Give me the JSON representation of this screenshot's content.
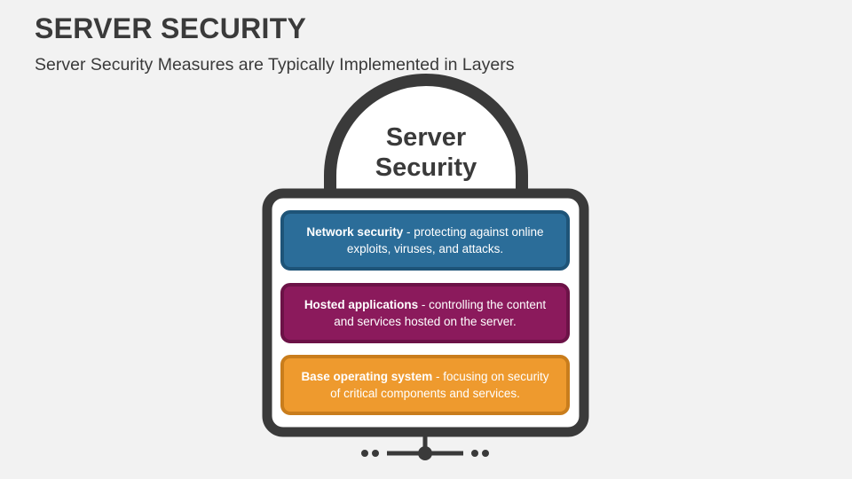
{
  "header": {
    "title": "SERVER SECURITY",
    "subtitle": "Server Security Measures are Typically Implemented in Layers"
  },
  "lock": {
    "label_line1": "Server",
    "label_line2": "Security"
  },
  "layers": [
    {
      "name": "Network security",
      "description": " - protecting against online exploits, viruses, and attacks.",
      "color": "#2b6d99"
    },
    {
      "name": "Hosted applications",
      "description": " - controlling the content and services hosted on the server.",
      "color": "#8b1a5c"
    },
    {
      "name": "Base operating system",
      "description": " - focusing on security of critical components and services.",
      "color": "#ee9a2e"
    }
  ],
  "colors": {
    "background": "#f2f2f2",
    "outline": "#3a3a3a",
    "text": "#3a3a3a"
  }
}
